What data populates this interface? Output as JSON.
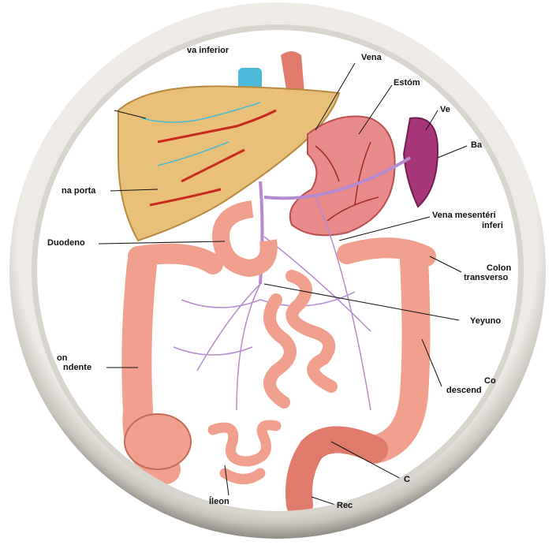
{
  "labels": {
    "vena_cava": "va inferior",
    "vena_top": "Vena",
    "estomago": "Estóm",
    "vena_right": "Ve",
    "bazo": "Ba",
    "vena_porta": "na porta",
    "mesenterica_1": "Vena mesentéri",
    "mesenterica_2": "inferi",
    "duodeno": "Duodeno",
    "colon_transverso_1": "Colon",
    "colon_transverso_2": "transverso",
    "yeyuno": "Yeyuno",
    "ascendente_1": "on",
    "ascendente_2": "ndente",
    "descendente_1": "Co",
    "descendente_2": "descend",
    "ileon": "Íleon",
    "recto": "Rec",
    "sigmoide": "C"
  },
  "colors": {
    "ring": "#c9c4bd",
    "liver": "#e8c07a",
    "stomach": "#e88a8a",
    "colon": "#f0a08c",
    "spleen": "#a8367a",
    "vein_blue": "#4bb9d8",
    "vessels": "#b58ad0",
    "arteries": "#c8281e"
  }
}
